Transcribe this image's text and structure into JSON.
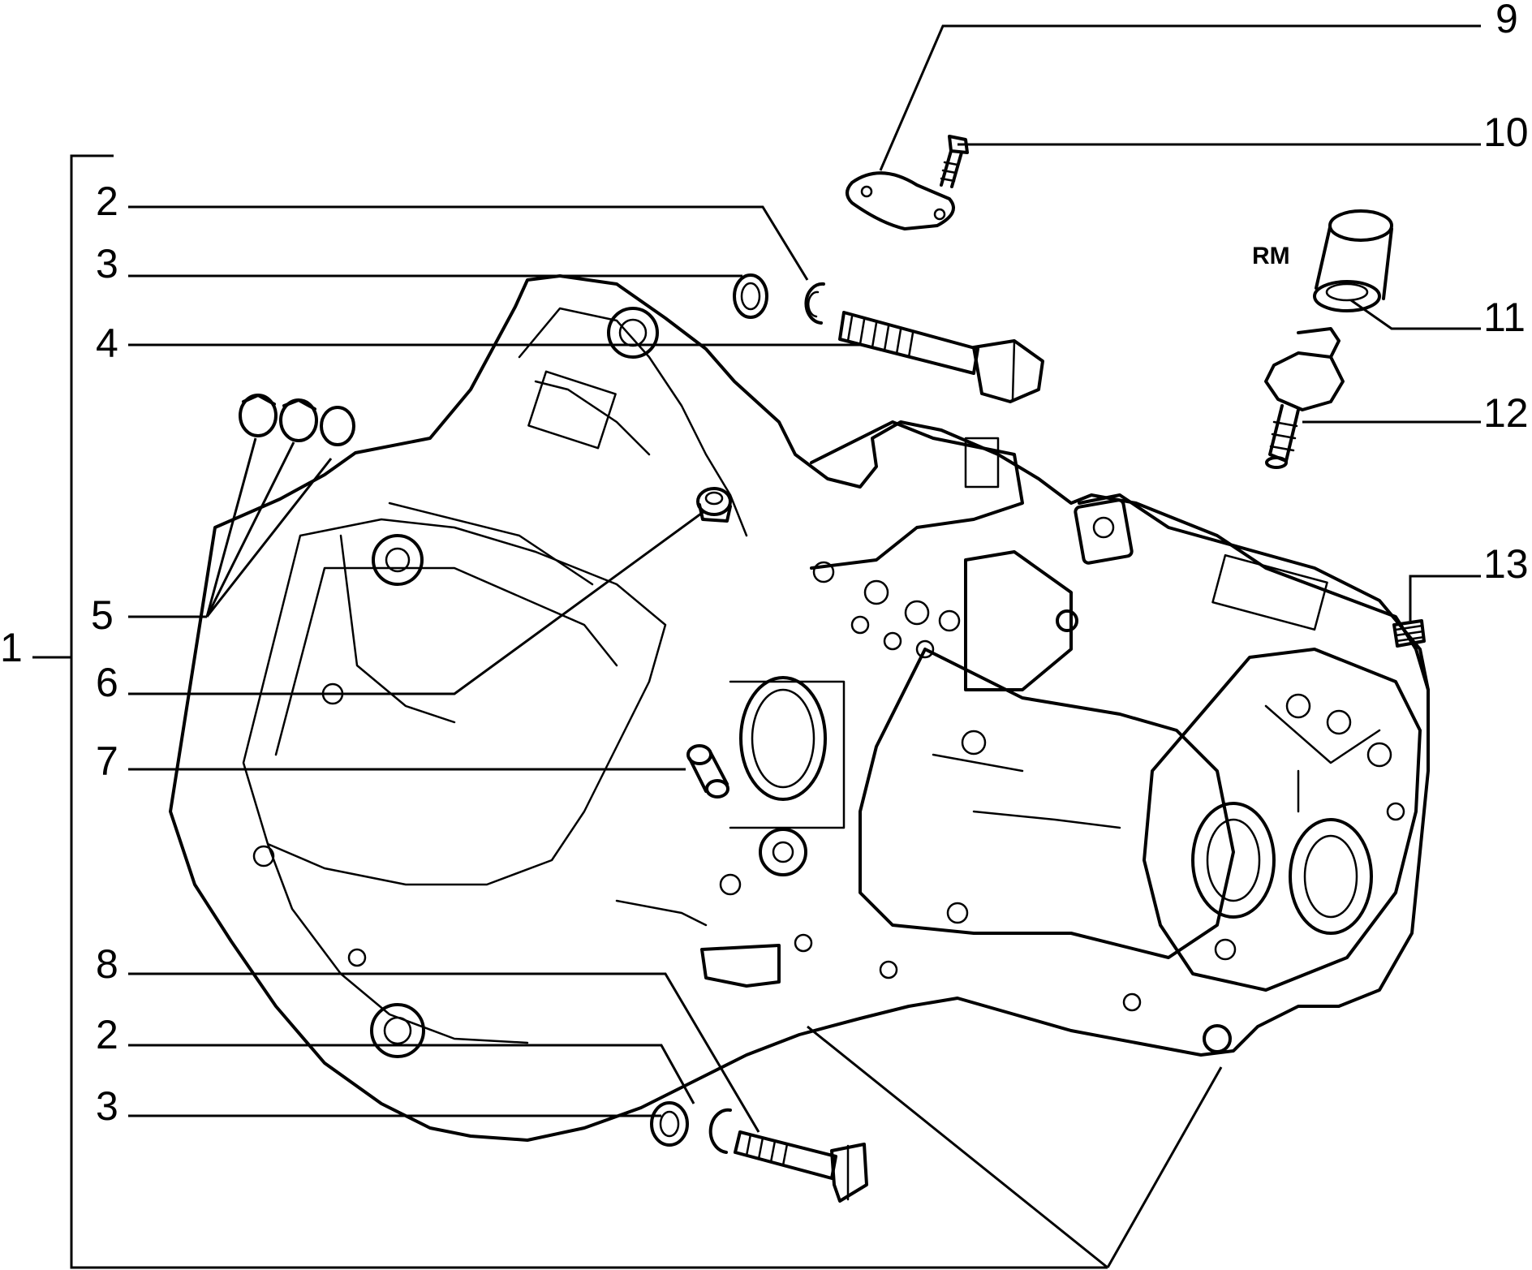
{
  "diagram": {
    "callouts": [
      {
        "id": "c1",
        "label": "1"
      },
      {
        "id": "c2a",
        "label": "2"
      },
      {
        "id": "c3a",
        "label": "3"
      },
      {
        "id": "c4",
        "label": "4"
      },
      {
        "id": "c5",
        "label": "5"
      },
      {
        "id": "c6",
        "label": "6"
      },
      {
        "id": "c7",
        "label": "7"
      },
      {
        "id": "c8",
        "label": "8"
      },
      {
        "id": "c2b",
        "label": "2"
      },
      {
        "id": "c3b",
        "label": "3"
      },
      {
        "id": "c9",
        "label": "9"
      },
      {
        "id": "c10",
        "label": "10"
      },
      {
        "id": "c11",
        "label": "11"
      },
      {
        "id": "c12",
        "label": "12"
      },
      {
        "id": "c13",
        "label": "13"
      }
    ],
    "annotation": "RM"
  }
}
